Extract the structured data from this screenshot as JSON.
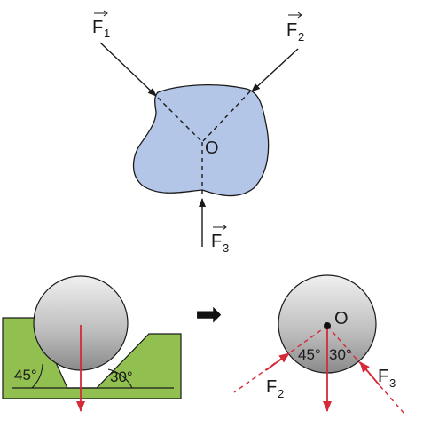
{
  "top_diagram": {
    "forces": [
      {
        "symbol": "F",
        "subscript": "1"
      },
      {
        "symbol": "F",
        "subscript": "2"
      },
      {
        "symbol": "F",
        "subscript": "3"
      }
    ],
    "point": "O",
    "body_color": "#b4c6e7"
  },
  "arrow_symbol": "➡",
  "bottom_left": {
    "angle_left": "45°",
    "angle_right": "30°",
    "block_color": "#92c050",
    "force_color": "#d42a3a"
  },
  "bottom_right": {
    "point": "O",
    "angle_left": "45°",
    "angle_right": "30°",
    "forces": [
      {
        "symbol": "F",
        "subscript": "2"
      },
      {
        "symbol": "F",
        "subscript": "3"
      }
    ]
  },
  "colors": {
    "line": "#1a1a1a",
    "red": "#d42a3a"
  }
}
